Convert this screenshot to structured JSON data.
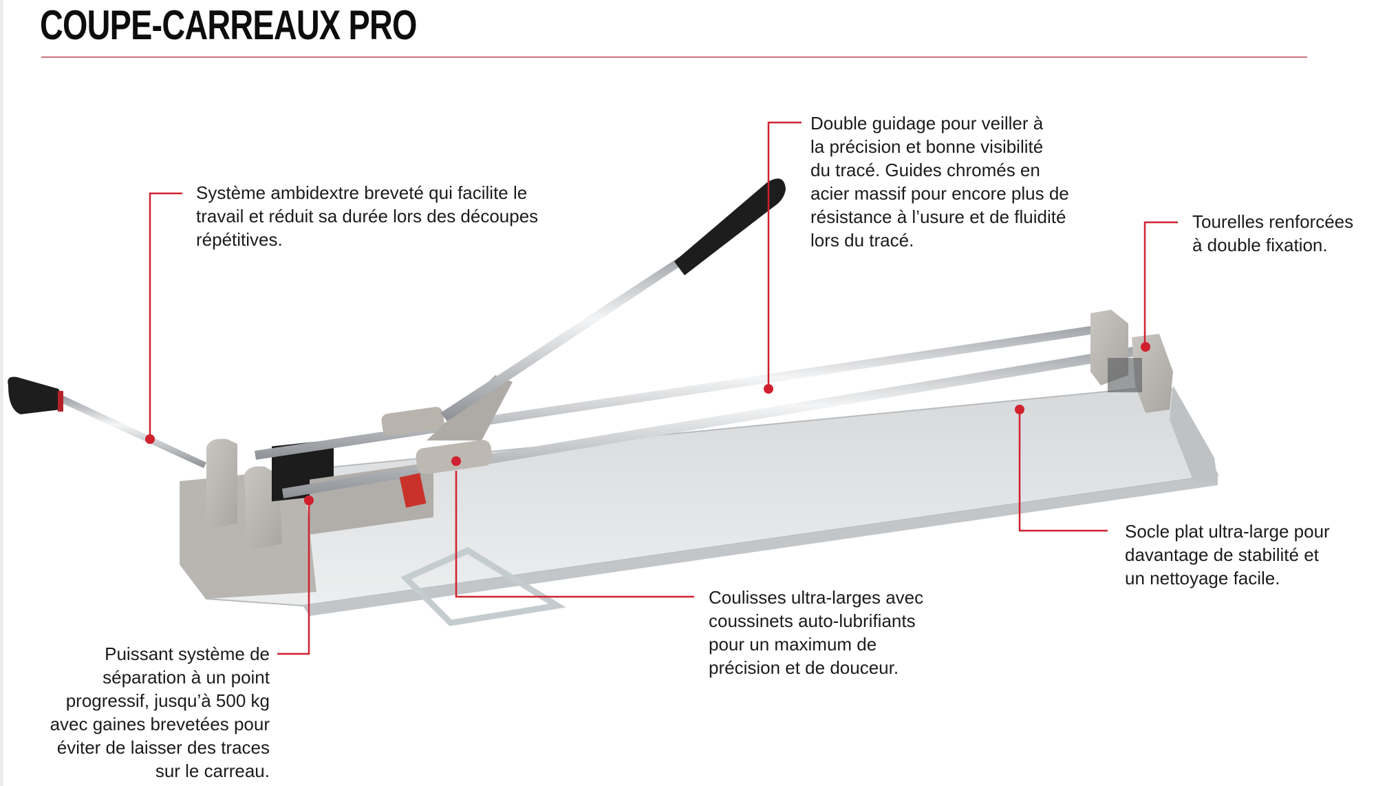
{
  "header": {
    "title": "COUPE-CARREAUX PRO"
  },
  "colors": {
    "accent_red": "#d0202e",
    "title_rule": "#c8747b",
    "text": "#1b1b1b"
  },
  "callouts": [
    {
      "id": "ambidextrous-handle",
      "lines": [
        "Système ambidextre breveté qui facilite le",
        "travail et réduit sa durée lors des découpes",
        "répétitives."
      ]
    },
    {
      "id": "double-guide",
      "lines": [
        "Double guidage pour veiller à",
        "la précision et bonne visibilité",
        "du tracé. Guides chromés en",
        "acier massif pour encore plus de",
        "résistance à l’usure et de fluidité",
        "lors du tracé."
      ]
    },
    {
      "id": "reinforced-towers",
      "lines": [
        "Tourelles renforcées",
        "à double fixation."
      ]
    },
    {
      "id": "flat-base",
      "lines": [
        "Socle plat ultra-large pour",
        "davantage de stabilité et",
        "un nettoyage facile."
      ]
    },
    {
      "id": "wide-slides",
      "lines": [
        "Coulisses ultra-larges avec",
        "coussinets auto-lubrifiants",
        "pour un maximum de",
        "précision et de douceur."
      ]
    },
    {
      "id": "separation-system",
      "lines": [
        "Puissant système de",
        "séparation à un point",
        "progressif, jusqu’à 500 kg",
        "avec gaines brevetées pour",
        "éviter de laisser des traces",
        "sur le carreau."
      ]
    }
  ]
}
